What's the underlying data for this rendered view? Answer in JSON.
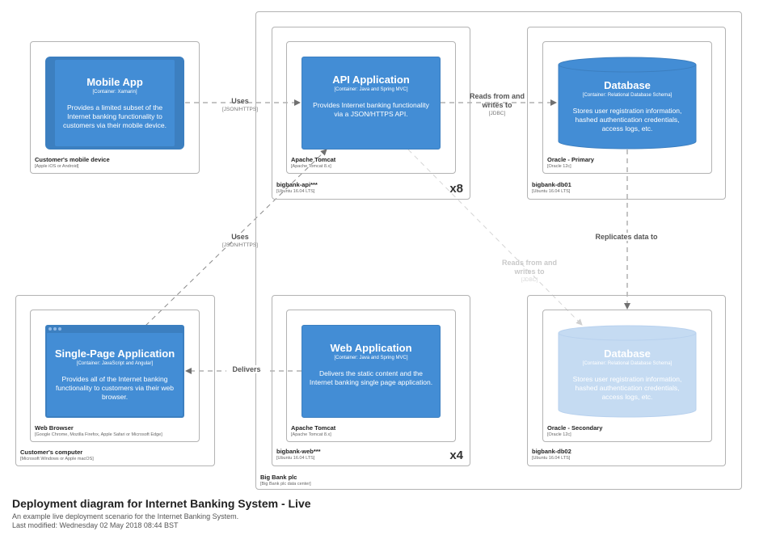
{
  "colors": {
    "container": "#438dd5",
    "container_dark": "#3c7fc0",
    "node_border": "#b3b3b3",
    "faded_db": "#c5dbf2"
  },
  "bigbank_plc": {
    "label": "Big Bank plc",
    "tech": "[Big Bank plc data center]"
  },
  "customer_mobile": {
    "label": "Customer's mobile device",
    "tech": "[Apple iOS or Android]"
  },
  "mobile_app": {
    "name": "Mobile App",
    "type": "[Container: Xamarin]",
    "description": "Provides a limited subset of the Internet banking functionality to customers via their mobile device."
  },
  "bigbank_api": {
    "label": "bigbank-api***",
    "tech": "[Ubuntu 16.04 LTS]",
    "instances": "x8"
  },
  "tomcat_api": {
    "label": "Apache Tomcat",
    "tech": "[Apache Tomcat 8.x]"
  },
  "api_app": {
    "name": "API Application",
    "type": "[Container: Java and Spring MVC]",
    "description": "Provides Internet banking functionality via a JSON/HTTPS API."
  },
  "bigbank_db01": {
    "label": "bigbank-db01",
    "tech": "[Ubuntu 16.04 LTS]"
  },
  "oracle_primary": {
    "label": "Oracle - Primary",
    "tech": "[Oracle 12c]"
  },
  "database_primary": {
    "name": "Database",
    "type": "[Container: Relational Database Schema]",
    "description": "Stores user registration information, hashed authentication credentials, access logs, etc."
  },
  "customer_computer": {
    "label": "Customer's computer",
    "tech": "[Microsoft Windows or Apple macOS]"
  },
  "web_browser": {
    "label": "Web Browser",
    "tech": "[Google Chrome, Mozilla Firefox, Apple Safari or Microsoft Edge]"
  },
  "spa": {
    "name": "Single-Page Application",
    "type": "[Container: JavaScript and Angular]",
    "description": "Provides all of the Internet banking functionality to customers via their web browser."
  },
  "bigbank_web": {
    "label": "bigbank-web***",
    "tech": "[Ubuntu 16.04 LTS]",
    "instances": "x4"
  },
  "tomcat_web": {
    "label": "Apache Tomcat",
    "tech": "[Apache Tomcat 8.x]"
  },
  "web_app": {
    "name": "Web Application",
    "type": "[Container: Java and Spring MVC]",
    "description": "Delivers the static content and the Internet banking single page application."
  },
  "bigbank_db02": {
    "label": "bigbank-db02",
    "tech": "[Ubuntu 16.04 LTS]"
  },
  "oracle_secondary": {
    "label": "Oracle - Secondary",
    "tech": "[Oracle 12c]"
  },
  "database_secondary": {
    "name": "Database",
    "type": "[Container: Relational Database Schema]",
    "description": "Stores user registration information, hashed authentication credentials, access logs, etc."
  },
  "relationships": {
    "mobile_to_api": {
      "label": "Uses",
      "tech": "[JSON/HTTPS]"
    },
    "spa_to_api": {
      "label": "Uses",
      "tech": "[JSON/HTTPS]"
    },
    "api_to_primary": {
      "label": "Reads from and writes to",
      "tech": "[JDBC]"
    },
    "api_to_secondary": {
      "label": "Reads from and writes to",
      "tech": "[JDBC]"
    },
    "replication": {
      "label": "Replicates data to"
    },
    "web_to_spa": {
      "label": "Delivers"
    }
  },
  "footer": {
    "title": "Deployment diagram for Internet Banking System - Live",
    "description": "An example live deployment scenario for the Internet Banking System.",
    "last_modified": "Last modified: Wednesday 02 May 2018 08:44 BST"
  }
}
